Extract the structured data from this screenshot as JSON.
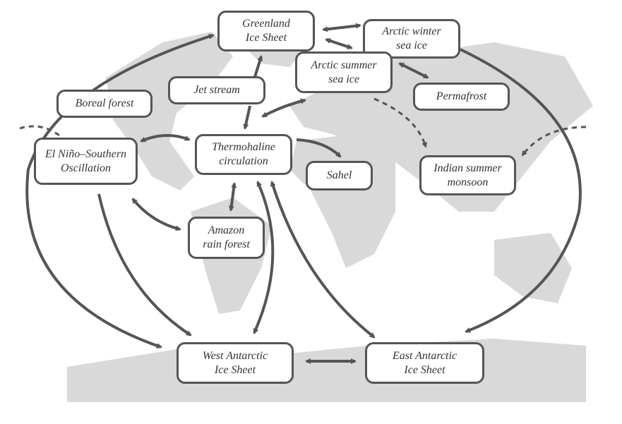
{
  "nodes": {
    "greenland": "Greenland\nIce Sheet",
    "arctic_winter": "Arctic winter\nsea ice",
    "arctic_summer": "Arctic summer\nsea ice",
    "permafrost": "Permafrost",
    "jet_stream": "Jet stream",
    "boreal": "Boreal forest",
    "enso": "El Niño–Southern\nOscillation",
    "thermohaline": "Thermohaline\ncirculation",
    "sahel": "Sahel",
    "monsoon": "Indian summer\nmonsoon",
    "amazon": "Amazon\nrain forest",
    "west_antarctic": "West Antarctic\nIce Sheet",
    "east_antarctic": "East Antarctic\nIce Sheet"
  },
  "colors": {
    "map": "#d9d9d9",
    "arrow": "#555555",
    "border": "#555555"
  }
}
